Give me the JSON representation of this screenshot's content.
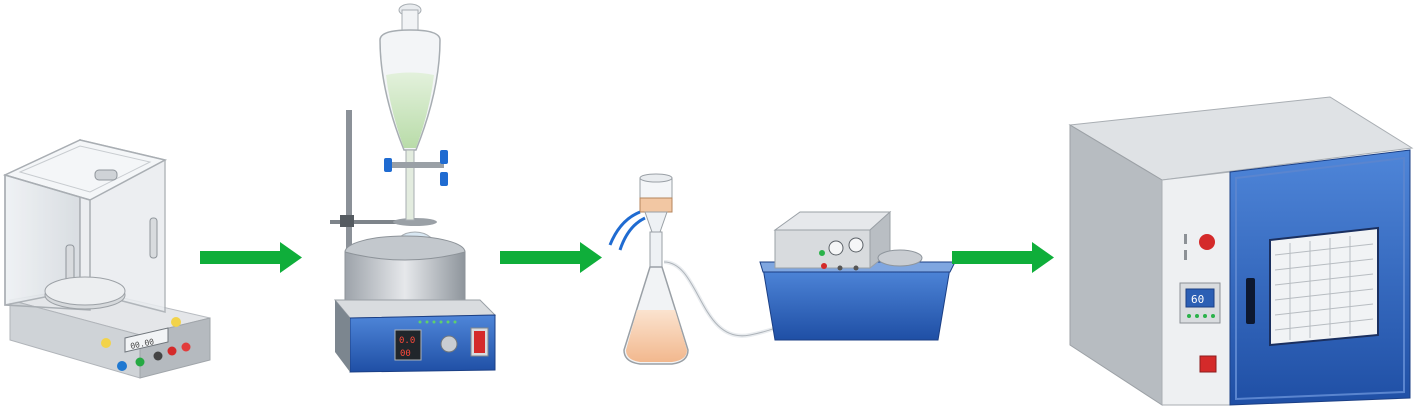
{
  "diagram": {
    "steps": [
      {
        "id": "balance",
        "icon": "analytical-balance-icon",
        "display": "00.00"
      },
      {
        "id": "heater",
        "icon": "heating-mantle-with-separatory-funnel-icon",
        "display_top": "0.0",
        "display_bottom": "00"
      },
      {
        "id": "filtration",
        "icon": "vacuum-filtration-flask-and-pump-icon"
      },
      {
        "id": "oven",
        "icon": "drying-oven-icon",
        "display": "60"
      }
    ],
    "arrows": [
      {
        "from": "balance",
        "to": "heater"
      },
      {
        "from": "heater",
        "to": "filtration"
      },
      {
        "from": "filtration",
        "to": "oven"
      }
    ],
    "colors": {
      "arrow": "#0fae3a",
      "panel_blue": "#2a4f9e",
      "liquid_green": "#cfe8c4",
      "liquid_orange": "#f5c9a8",
      "metal": "#c9cdd2"
    }
  }
}
